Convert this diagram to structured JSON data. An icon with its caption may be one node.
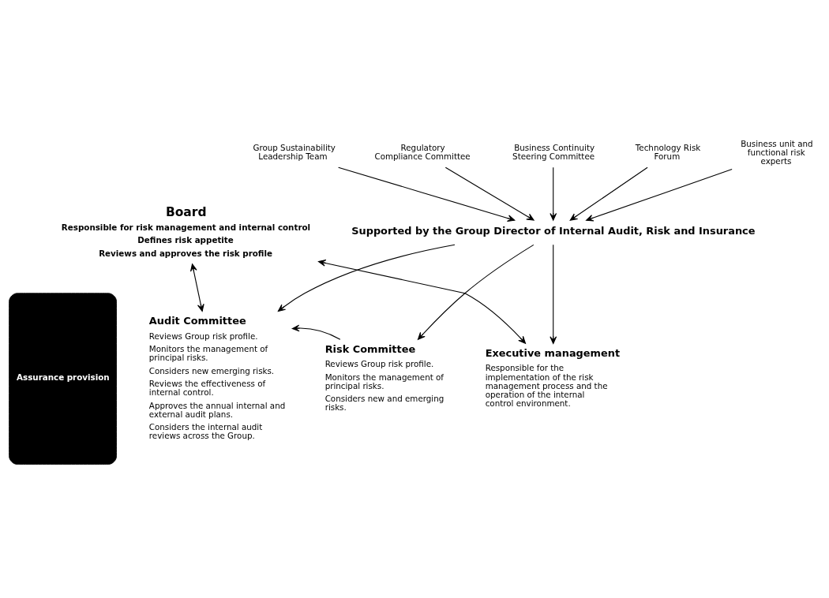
{
  "diagram": {
    "nodes": [
      {
        "text": [
          "Board",
          "Responsible for risk management and internal control",
          "Defines risk appetite",
          "Reviews and approves the risk profile"
        ]
      },
      {
        "text": [
          "Audit Committee",
          "Reviews Group risk profile.",
          "Monitors the management of principal risks.",
          "Considers new emerging risks.",
          "Reviews the effectiveness of internal control.",
          "Approves the annual internal and external audit plans.",
          "Considers the internal audit reviews across the Group."
        ]
      },
      {
        "text": [
          "Risk Committee",
          "Reviews Group risk profile.",
          "Monitors the management of principal risks.",
          "Considers new and emerging risks."
        ]
      },
      {
        "text": [
          "Executive management",
          "Responsible for the implementation of the risk management process and the operation of the internal control environment."
        ]
      },
      {
        "text": [
          "Supported by the Group Director of Internal Audit, Risk and Insurance"
        ]
      },
      {
        "text": [
          "Group Sustainability Leadership Team"
        ]
      },
      {
        "text": [
          "Regulatory Compliance Committee"
        ]
      },
      {
        "text": [
          "Business Continuity Steering Committee"
        ]
      },
      {
        "text": [
          "Technology Risk Forum"
        ]
      },
      {
        "text": [
          "Business unit and functional risk experts"
        ]
      },
      {
        "text": [
          "Assurance provision"
        ]
      }
    ],
    "edges": [
      {
        "from": 0,
        "to": 1,
        "arrow": "both"
      },
      {
        "from": 0,
        "to": 3,
        "arrow": "both"
      },
      {
        "from": 2,
        "to": 1,
        "arrow": "to"
      },
      {
        "from": 4,
        "to": 1,
        "arrow": "to"
      },
      {
        "from": 4,
        "to": 2,
        "arrow": "to"
      },
      {
        "from": 4,
        "to": 3,
        "arrow": "to"
      },
      {
        "from": 5,
        "to": 4,
        "arrow": "to"
      },
      {
        "from": 6,
        "to": 4,
        "arrow": "to"
      },
      {
        "from": 7,
        "to": 4,
        "arrow": "to"
      },
      {
        "from": 8,
        "to": 4,
        "arrow": "to"
      },
      {
        "from": 9,
        "to": 4,
        "arrow": "to"
      }
    ]
  }
}
